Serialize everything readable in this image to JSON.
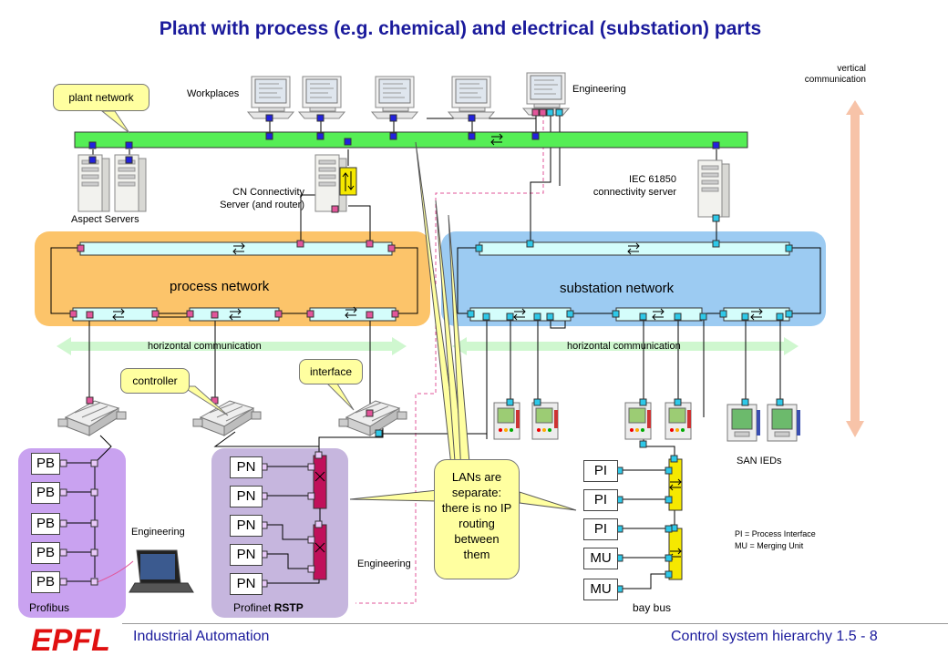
{
  "title": "Plant with process (e.g. chemical) and electrical (substation) parts",
  "labels": {
    "plant_network": "plant network",
    "workplaces": "Workplaces",
    "engineering_top": "Engineering",
    "vertical_communication": "vertical communication",
    "aspect_servers": "Aspect Servers",
    "cn_connectivity": "CN Connectivity\nServer (and router)",
    "iec_server": "IEC 61850\nconnectivity server",
    "process_network": "process network",
    "substation_network": "substation network",
    "horizontal_communication": "horizontal  communication",
    "controller": "controller",
    "interface": "interface",
    "lans_separate": "LANs are separate: there is no IP routing between them",
    "engineering_left": "Engineering",
    "engineering_mid": "Engineering",
    "profibus": "Profibus",
    "profinet": "Profinet",
    "rstp": "RSTP",
    "san_ieds": "SAN IEDs",
    "bay_bus": "bay bus",
    "legend_pi": "PI = Process Interface",
    "legend_mu": "MU = Merging Unit"
  },
  "pb_boxes": [
    "PB",
    "PB",
    "PB",
    "PB",
    "PB"
  ],
  "pn_boxes": [
    "PN",
    "PN",
    "PN",
    "PN",
    "PN"
  ],
  "bay_boxes": [
    "PI",
    "PI",
    "PI",
    "MU",
    "MU"
  ],
  "footer": {
    "logo": "EPFL",
    "left": "Industrial Automation",
    "right": "Control system  hierarchy 1.5 - 8"
  },
  "colors": {
    "title": "#1a1a9c",
    "plant_bus": "#55ee55",
    "process_region": "#fcc46a",
    "substation_region": "#9ccbf2",
    "profibus_region": "#c9a2f0",
    "profinet_region": "#c6b6de",
    "callout": "#ffffa0",
    "horizontal_arrow": "#cff7cf",
    "vertical_arrow": "#f7c3a8",
    "logo": "#e01010"
  }
}
